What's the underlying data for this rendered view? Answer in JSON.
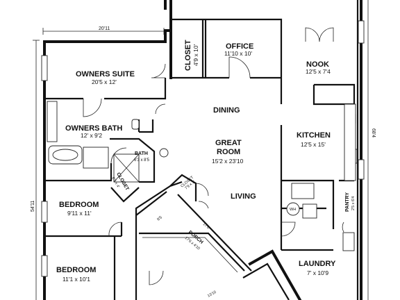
{
  "rooms": {
    "owners_suite": {
      "name": "OWNERS SUITE",
      "dim": "20'5 x 12'"
    },
    "closet_top": {
      "name": "CLOSET",
      "dim": "4'9 x 10'"
    },
    "office": {
      "name": "OFFICE",
      "dim": "11'10 x 10'"
    },
    "nook": {
      "name": "NOOK",
      "dim": "12'5 x 7'4"
    },
    "owners_bath": {
      "name": "OWNERS BATH",
      "dim": "12' x 9'2"
    },
    "dining": {
      "name": "DINING"
    },
    "great_room": {
      "name1": "GREAT",
      "name2": "ROOM",
      "dim": "15'2 x 23'10"
    },
    "kitchen": {
      "name": "KITCHEN",
      "dim": "12'5 x 15'"
    },
    "bath": {
      "name": "BATH",
      "dim": "6'3 x 8'5"
    },
    "closet_small": {
      "name": "CLOSET",
      "dim": "6'3 x 4'"
    },
    "closet_porch": {
      "name": "CLOSET",
      "dim": "7'9 x 3'"
    },
    "living": {
      "name": "LIVING"
    },
    "pantry": {
      "name": "PANTRY",
      "dim": "2'5 x 6'4"
    },
    "bedroom_1": {
      "name": "BEDROOM",
      "dim": "9'11 x 11'"
    },
    "porch": {
      "name": "PORCH",
      "dim": "17'6 x 4'10"
    },
    "bedroom_2": {
      "name": "BEDROOM",
      "dim": "11'1 x 10'1"
    },
    "laundry": {
      "name": "LAUNDRY",
      "dim": "7' x 10'9"
    }
  },
  "dimensions": {
    "top_width": "20'11",
    "left_height": "54'11",
    "right_height": "68'4",
    "porch_side": "17'6",
    "porch_short": "8'5",
    "porch_bottom": "13'10"
  },
  "fixtures": {
    "washer": "WH"
  }
}
